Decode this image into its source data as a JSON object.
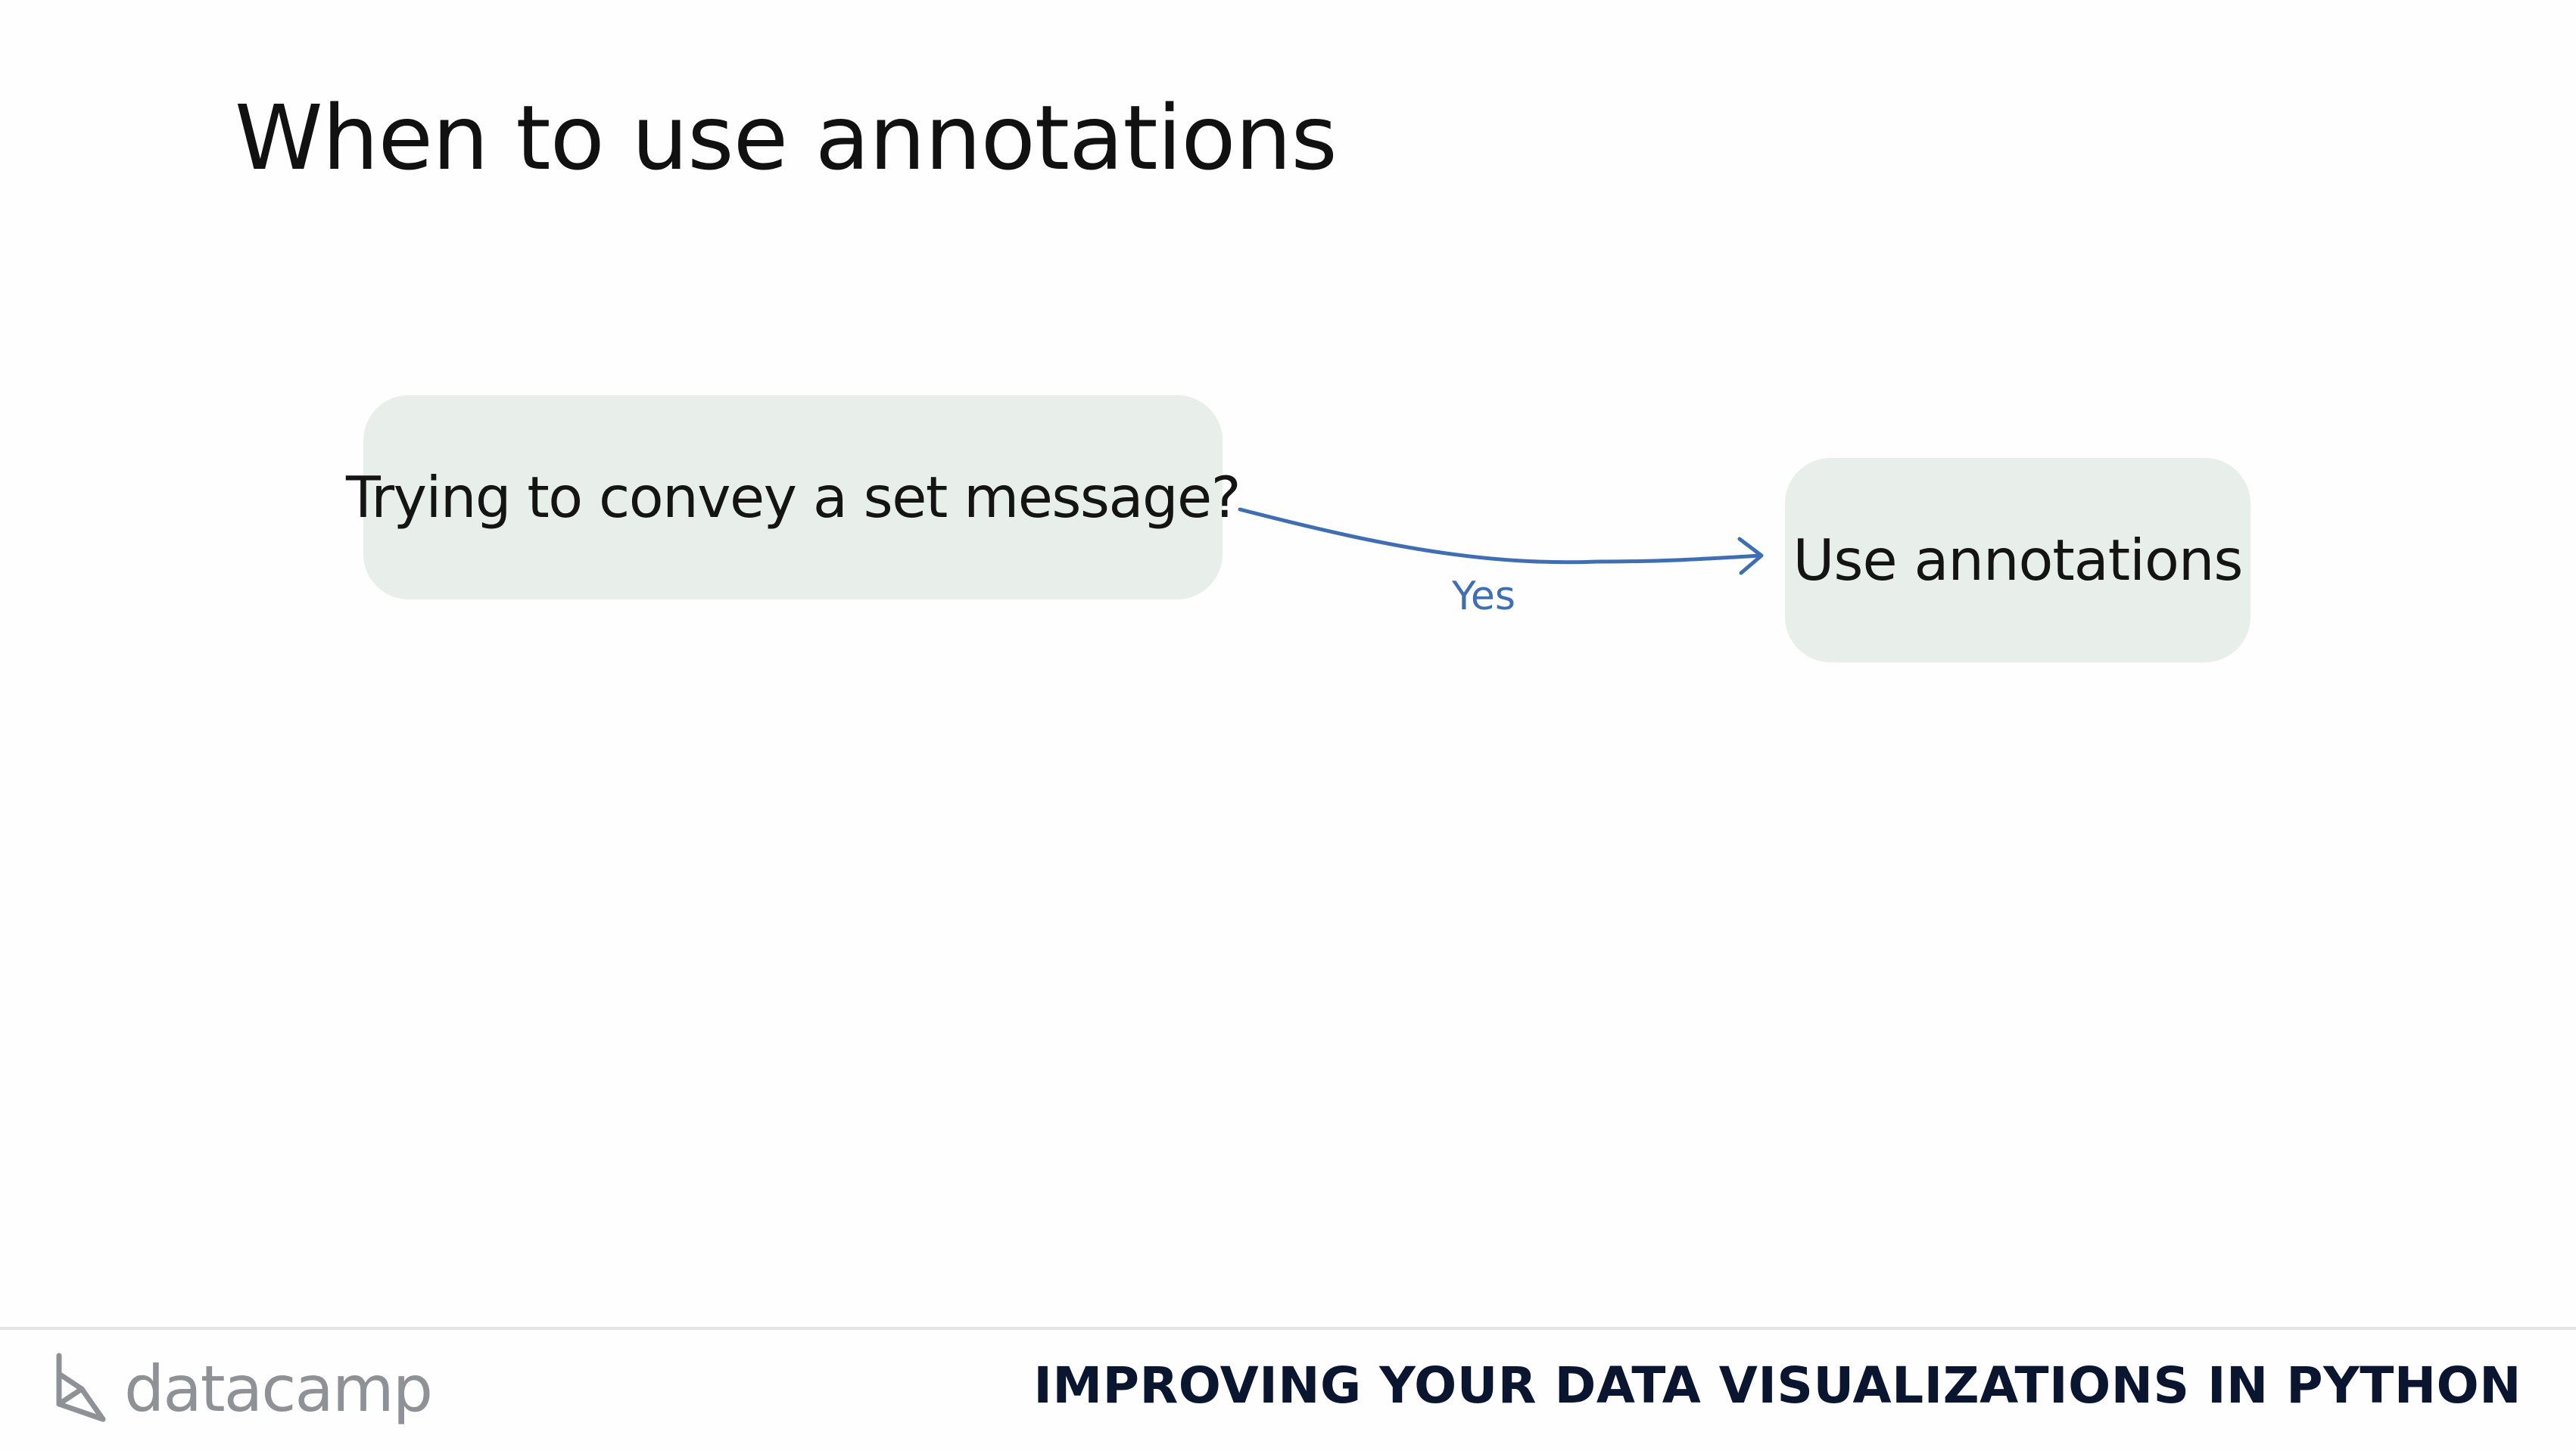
{
  "slide": {
    "title": "When to use annotations"
  },
  "diagram": {
    "question_node": "Trying to convey a set message?",
    "answer_node": "Use annotations",
    "edge_label": "Yes",
    "arrow_color": "#3f6fb2",
    "node_fill": "#e8efea"
  },
  "footer": {
    "brand": "datacamp",
    "course_title": "IMPROVING YOUR DATA VISUALIZATIONS IN PYTHON"
  },
  "icons": {
    "logo_mark": "datacamp-logo-icon"
  }
}
